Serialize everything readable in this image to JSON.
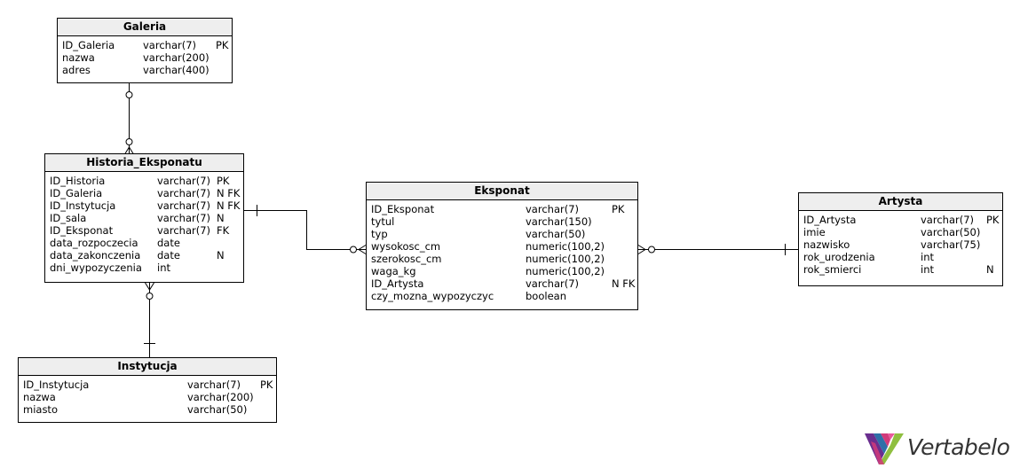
{
  "entities": {
    "galeria": {
      "title": "Galeria",
      "rows": [
        {
          "name": "ID_Galeria",
          "type": "varchar(7)",
          "flags": "PK"
        },
        {
          "name": "nazwa",
          "type": "varchar(200)",
          "flags": ""
        },
        {
          "name": "adres",
          "type": "varchar(400)",
          "flags": ""
        }
      ]
    },
    "historia": {
      "title": "Historia_Eksponatu",
      "rows": [
        {
          "name": "ID_Historia",
          "type": "varchar(7)",
          "flags": "PK"
        },
        {
          "name": "ID_Galeria",
          "type": "varchar(7)",
          "flags": "N FK"
        },
        {
          "name": "ID_Instytucja",
          "type": "varchar(7)",
          "flags": "N FK"
        },
        {
          "name": "ID_sala",
          "type": "varchar(7)",
          "flags": "N"
        },
        {
          "name": "ID_Eksponat",
          "type": "varchar(7)",
          "flags": "FK"
        },
        {
          "name": "data_rozpoczecia",
          "type": "date",
          "flags": ""
        },
        {
          "name": "data_zakonczenia",
          "type": "date",
          "flags": "N"
        },
        {
          "name": "dni_wypozyczenia",
          "type": "int",
          "flags": ""
        }
      ]
    },
    "instytucja": {
      "title": "Instytucja",
      "rows": [
        {
          "name": "ID_Instytucja",
          "type": "varchar(7)",
          "flags": "PK"
        },
        {
          "name": "nazwa",
          "type": "varchar(200)",
          "flags": ""
        },
        {
          "name": "miasto",
          "type": "varchar(50)",
          "flags": ""
        }
      ]
    },
    "eksponat": {
      "title": "Eksponat",
      "rows": [
        {
          "name": "ID_Eksponat",
          "type": "varchar(7)",
          "flags": "PK"
        },
        {
          "name": "tytul",
          "type": "varchar(150)",
          "flags": ""
        },
        {
          "name": "typ",
          "type": "varchar(50)",
          "flags": ""
        },
        {
          "name": "wysokosc_cm",
          "type": "numeric(100,2)",
          "flags": ""
        },
        {
          "name": "szerokosc_cm",
          "type": "numeric(100,2)",
          "flags": ""
        },
        {
          "name": "waga_kg",
          "type": "numeric(100,2)",
          "flags": ""
        },
        {
          "name": "ID_Artysta",
          "type": "varchar(7)",
          "flags": "N FK"
        },
        {
          "name": "czy_mozna_wypozyczyc",
          "type": "boolean",
          "flags": ""
        }
      ]
    },
    "artysta": {
      "title": "Artysta",
      "rows": [
        {
          "name": "ID_Artysta",
          "type": "varchar(7)",
          "flags": "PK"
        },
        {
          "name": "imie",
          "type": "varchar(50)",
          "flags": ""
        },
        {
          "name": "nazwisko",
          "type": "varchar(75)",
          "flags": ""
        },
        {
          "name": "rok_urodzenia",
          "type": "int",
          "flags": ""
        },
        {
          "name": "rok_smierci",
          "type": "int",
          "flags": "N"
        }
      ]
    }
  },
  "relationships": [
    {
      "from": "galeria",
      "to": "historia",
      "from_end": "one-optional",
      "to_end": "many-optional"
    },
    {
      "from": "instytucja",
      "to": "historia",
      "from_end": "one-mandatory",
      "to_end": "many-optional"
    },
    {
      "from": "historia",
      "to": "eksponat",
      "from_end": "one-mandatory",
      "to_end": "many-optional"
    },
    {
      "from": "artysta",
      "to": "eksponat",
      "from_end": "one-mandatory",
      "to_end": "many-optional"
    }
  ],
  "brand": {
    "name": "Vertabelo",
    "text_color": "#333333",
    "colors": [
      "#6a2f8f",
      "#d13a7a",
      "#e8589c",
      "#8fbf3f",
      "#2e6fa8"
    ]
  }
}
